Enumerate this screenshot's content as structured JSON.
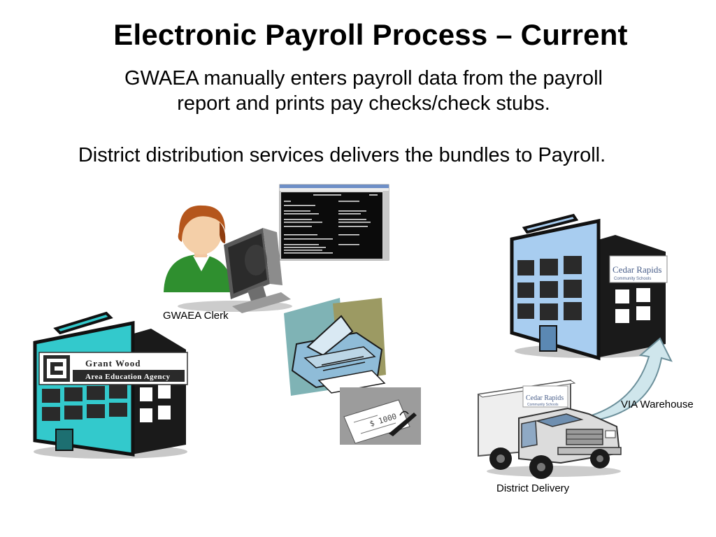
{
  "slide": {
    "title": "Electronic Payroll Process – Current",
    "subtitle_line1": "GWAEA manually enters payroll data from the payroll",
    "subtitle_line2": "report and prints pay checks/check stubs.",
    "district_line": "District distribution services delivers the bundles to Payroll."
  },
  "labels": {
    "clerk": "GWAEA Clerk",
    "warehouse": "VIA Warehouse",
    "delivery": "District Delivery"
  },
  "logos": {
    "grant_wood_line1": "Grant Wood",
    "grant_wood_line2": "Area Education Agency",
    "cedar_rapids": "Cedar Rapids",
    "cedar_rapids_sub": "Community Schools"
  },
  "check": {
    "amount": "$ 1000"
  },
  "colors": {
    "building_teal": "#33c9cc",
    "building_blue": "#a8cdf0",
    "arrow_fill": "#cfe6ec",
    "clerk_shirt": "#2f8f2f",
    "clerk_hair": "#b5561c",
    "terminal_bg": "#0b0b0b",
    "printer_blue": "#8fbcd8"
  }
}
